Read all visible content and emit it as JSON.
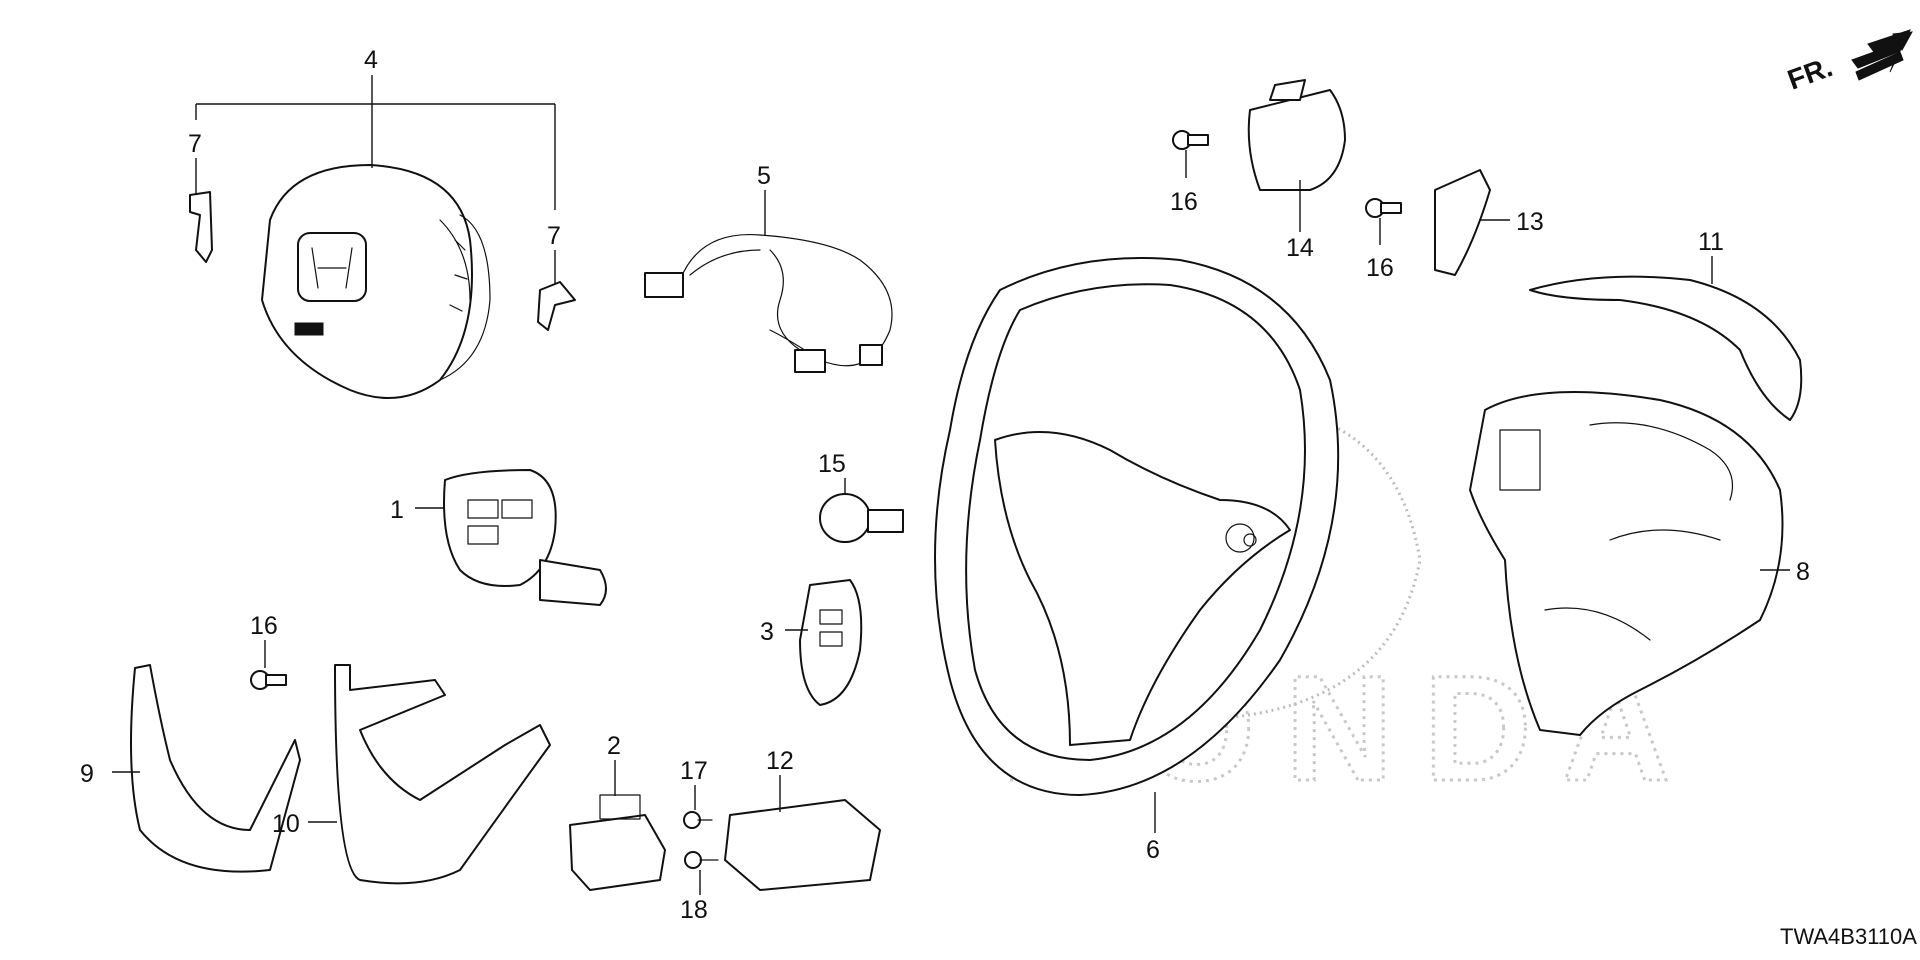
{
  "diagram": {
    "code": "TWA4B3110A",
    "direction_label": "FR.",
    "watermark_text": "HONDA",
    "callouts": [
      {
        "id": "c1",
        "label": "1"
      },
      {
        "id": "c2",
        "label": "2"
      },
      {
        "id": "c3",
        "label": "3"
      },
      {
        "id": "c4",
        "label": "4"
      },
      {
        "id": "c5",
        "label": "5"
      },
      {
        "id": "c6",
        "label": "6"
      },
      {
        "id": "c7a",
        "label": "7"
      },
      {
        "id": "c7b",
        "label": "7"
      },
      {
        "id": "c8",
        "label": "8"
      },
      {
        "id": "c9",
        "label": "9"
      },
      {
        "id": "c10",
        "label": "10"
      },
      {
        "id": "c11",
        "label": "11"
      },
      {
        "id": "c12",
        "label": "12"
      },
      {
        "id": "c13",
        "label": "13"
      },
      {
        "id": "c14",
        "label": "14"
      },
      {
        "id": "c15",
        "label": "15"
      },
      {
        "id": "c16a",
        "label": "16"
      },
      {
        "id": "c16b",
        "label": "16"
      },
      {
        "id": "c16c",
        "label": "16"
      },
      {
        "id": "c17",
        "label": "17"
      },
      {
        "id": "c18",
        "label": "18"
      }
    ]
  }
}
